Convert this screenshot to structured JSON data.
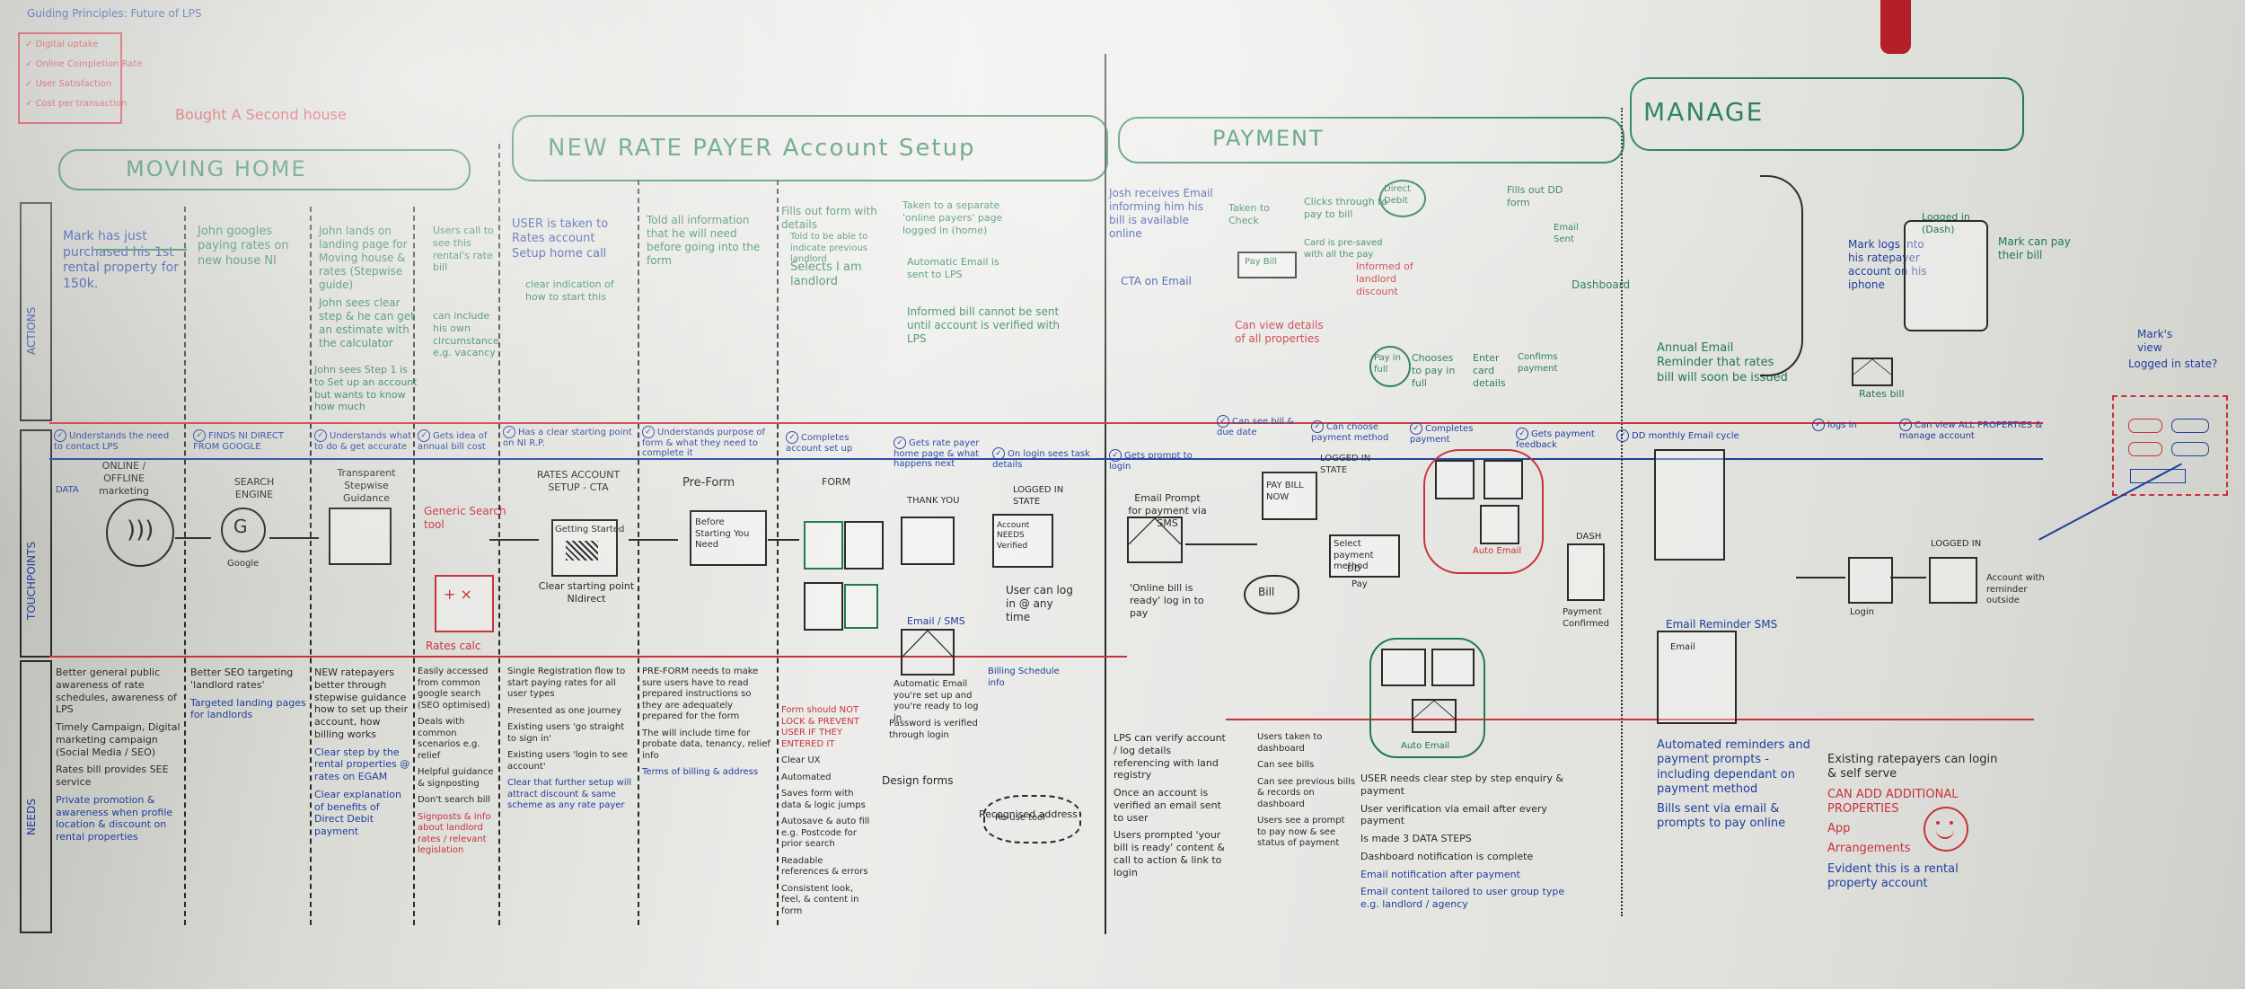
{
  "corner": {
    "title": "Guiding Principles: Future of LPS",
    "principles": [
      "Digital uptake",
      "Online Completion Rate",
      "User Satisfaction",
      "Cost per transaction"
    ],
    "scenario": "Bought A Second house"
  },
  "phases": {
    "moving": "MOVING    HOME",
    "setup": "NEW RATE PAYER Account Setup",
    "payment": "PAYMENT",
    "manage": "MANAGE"
  },
  "row_labels": [
    "ACTIONS",
    "TOUCHPOINTS",
    "NEEDS"
  ],
  "actions": [
    "Mark has just purchased his 1st rental property for 150k.",
    "John googles paying rates on new house NI",
    "John lands on landing page for Moving house & rates (Stepwise guide)",
    "John sees clear step & he can get an estimate with the calculator",
    "John sees Step 1 is to Set up an account but wants to know how much",
    "Users call to see this rental's rate bill",
    "can include his own circumstance e.g. vacancy",
    "USER is taken to Rates account Setup home call",
    "clear indication of how to start this",
    "Told all information that he will need before going into the form",
    "Fills out form with details",
    "Selects I am landlord",
    "Told to be able to indicate previous landlord",
    "Taken to a separate 'online payers' page logged in (home)",
    "Automatic Email is sent to LPS",
    "Informed bill cannot be sent until account is verified with LPS",
    "Josh receives Email informing him his bill is available online",
    "CTA on Email",
    "Taken to Check",
    "Pay Bill",
    "Can view details of all properties",
    "Clicks through to pay to bill",
    "Card is pre-saved with all the pay",
    "Direct Debit",
    "Informed of landlord discount",
    "Pay in full",
    "Chooses to pay in full",
    "Enter card details",
    "Confirms payment",
    "Fills out DD form",
    "Email Sent",
    "Dashboard",
    "Annual Email Reminder that rates bill will soon be issued",
    "Mark logs into his ratepayer account on his iphone",
    "Logged in (Dash)",
    "Mark can pay their bill",
    "Rates bill"
  ],
  "goals": [
    "Understands the need to contact LPS",
    "FINDS NI DIRECT FROM GOOGLE",
    "Understands what to do & get accurate",
    "Gets idea of annual bill cost",
    "Has a clear starting point on NI R.P.",
    "Understands purpose of form & what they need to complete it",
    "Completes account set up",
    "Gets rate payer home page & what happens next",
    "On login sees task details",
    "Gets prompt to login",
    "Can see bill & due date",
    "Can choose payment method",
    "Completes payment",
    "Gets payment feedback",
    "DD monthly Email cycle",
    "logs in",
    "Can view ALL PROPERTIES & manage account",
    "Mark's view",
    "Logged in state?"
  ],
  "touchpoints": [
    "ONLINE / OFFLINE marketing",
    "DATA",
    "SEARCH ENGINE",
    "Google",
    "Transparent Stepwise Guidance",
    "Generic Search tool",
    "Rates calc",
    "RATES ACCOUNT SETUP - CTA",
    "Getting Started",
    "Clear starting point NIdirect",
    "Pre-Form",
    "Before Starting You Need",
    "FORM",
    "THANK YOU",
    "Account NEEDS Verified",
    "LOGGED IN STATE",
    "Email / SMS",
    "Automatic Email you're set up and you're ready to log in",
    "User can log in @ any time",
    "Email Prompt for payment via SMS",
    "'Online bill is ready' log in to pay",
    "Bill",
    "PAY BILL NOW",
    "LOGGED IN STATE",
    "Select payment method",
    "DD",
    "Pay",
    "Auto Email",
    "DASH",
    "Payment Confirmed",
    "Email Reminder SMS",
    "Email",
    "LOGGED IN",
    "Login",
    "Account with reminder outside",
    "Billing Schedule info",
    "Design forms",
    "Recognised address",
    "Re-use tool"
  ],
  "needs": [
    "Better general public awareness of rate schedules, awareness of LPS",
    "Timely Campaign, Digital marketing campaign (Social Media / SEO)",
    "Rates bill provides SEE service",
    "Private promotion & awareness when profile location & discount on rental properties",
    "Better SEO targeting 'landlord rates'",
    "Targeted landing pages for landlords",
    "NEW ratepayers better through stepwise guidance how to set up their account, how billing works",
    "Clear step by the rental properties @ rates on EGAM",
    "Clear explanation of benefits of Direct Debit payment",
    "Easily accessed from common google search (SEO optimised)",
    "Deals with common scenarios e.g. relief",
    "Helpful guidance & signposting",
    "Don't search bill",
    "Signposts & info about landlord rates / relevant legislation",
    "Single Registration flow to start paying rates for all user types",
    "Presented as one journey",
    "Existing users 'go straight to sign in'",
    "Existing users 'login to see account'",
    "Clear that further setup will attract discount & same scheme as any rate payer",
    "PRE-FORM needs to make sure users have to read prepared instructions so they are adequately prepared for the form",
    "The will include time for probate data, tenancy, relief info",
    "Terms of billing & address",
    "Form should NOT LOCK & PREVENT USER IF THEY ENTERED IT",
    "Clear UX",
    "Automated",
    "Saves form with data & logic jumps",
    "Autosave & auto fill e.g. Postcode for prior search",
    "Readable references & errors",
    "Consistent look, feel, & content in form",
    "Password is verified through login",
    "LPS can verify account / log details referencing with land registry",
    "Once an account is verified an email sent to user",
    "Users prompted 'your bill is ready' content & call to action & link to login",
    "Users taken to dashboard",
    "Can see bills",
    "Can see previous bills & records on dashboard",
    "Users see a prompt to pay now & see status of payment",
    "USER needs clear step by step enquiry & payment",
    "User verification via email after every payment",
    "Is made 3 DATA STEPS",
    "Dashboard notification is complete",
    "Email notification after payment",
    "Email content tailored to user group type e.g. landlord / agency",
    "Automated reminders and payment prompts - including dependant on payment method",
    "Bills sent via email & prompts to pay online",
    "Existing ratepayers can login & self serve",
    "CAN ADD ADDITIONAL PROPERTIES",
    "App",
    "Arrangements",
    "Evident this is a rental property account"
  ],
  "colors": {
    "marker_red": "#c8323c",
    "marker_blue": "#1f3f9c",
    "marker_green": "#1f7a4e",
    "marker_black": "#2a2a2a",
    "board": "#e6e6e3"
  }
}
